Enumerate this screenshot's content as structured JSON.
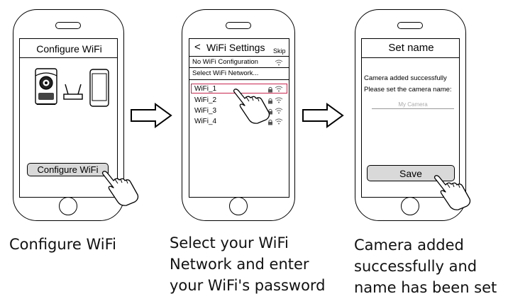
{
  "steps": [
    {
      "screen_title": "Configure WiFi",
      "button_label": "Configure WiFi",
      "caption": [
        "Configure WiFi"
      ]
    },
    {
      "screen_title": "WiFi Settings",
      "back_symbol": "<",
      "skip_label": "Skip",
      "menu_items": [
        "No WiFi Configuration",
        "Select WiFi Network..."
      ],
      "networks": [
        "WiFi_1",
        "WiFi_2",
        "WiFi_3",
        "WiFi_4"
      ],
      "caption": [
        "Select your WiFi",
        "Network and enter",
        "your WiFi's password"
      ]
    },
    {
      "screen_title": "Set name",
      "message_line1": "Camera added successfully",
      "message_line2": "Please set the camera name:",
      "name_placeholder": "My Camera",
      "button_label": "Save",
      "caption": [
        "Camera added",
        "successfully and",
        "name has been set"
      ]
    }
  ],
  "icons": [
    "camera-icon",
    "router-icon",
    "phone-icon",
    "arrow-right-icon",
    "hand-pointer-icon",
    "lock-icon",
    "wifi-icon"
  ]
}
